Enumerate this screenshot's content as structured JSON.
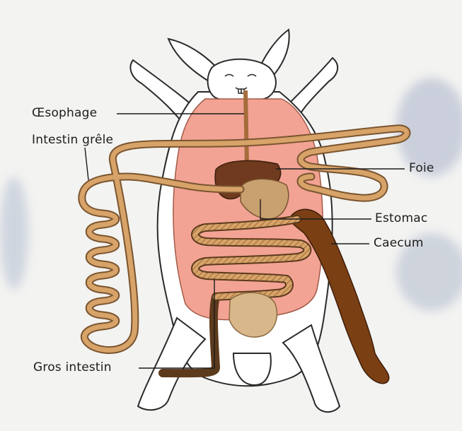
{
  "labels": {
    "oesophage": "Œsophage",
    "intestin_grele": "Intestin grêle",
    "foie": "Foie",
    "estomac": "Estomac",
    "caecum": "Caecum",
    "gros_intestin": "Gros intestin"
  },
  "colors": {
    "body_fill": "#ffffff",
    "outline": "#2a2a2a",
    "cavity": "#f2a394",
    "small_intestine": "#d7a368",
    "liver": "#6f3a1d",
    "stomach": "#c9a070",
    "caecum": "#7b3f14",
    "bladder": "#d8b88a"
  },
  "icons": [
    "rabbit-illustration"
  ]
}
